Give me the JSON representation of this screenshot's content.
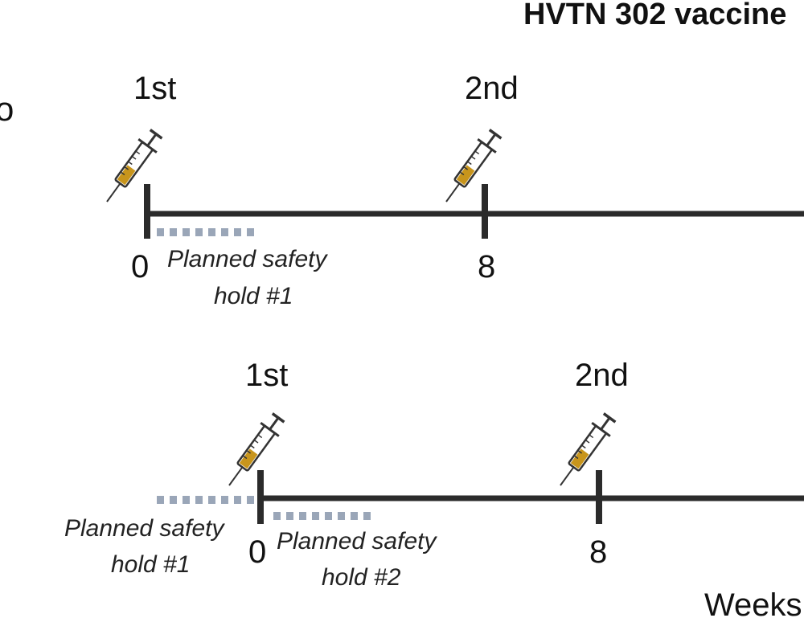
{
  "title": "HVTN 302 vaccine",
  "edge_glyph": "o",
  "x_unit_label": "Weeks",
  "colors": {
    "line": "#2b2b2b",
    "safety_hold": "#9aa6b8",
    "syringe_fluid": "#c8951c",
    "syringe_outline": "#333333"
  },
  "timelines": [
    {
      "doses": [
        {
          "label": "1st",
          "week": 0
        },
        {
          "label": "2nd",
          "week": 8
        }
      ],
      "ticks": [
        {
          "week": 0,
          "label": "0"
        },
        {
          "week": 8,
          "label": "8"
        }
      ],
      "safety_holds": [
        {
          "line1": "Planned safety",
          "line2": "hold #1"
        }
      ]
    },
    {
      "doses": [
        {
          "label": "1st",
          "week": 0
        },
        {
          "label": "2nd",
          "week": 8
        }
      ],
      "ticks": [
        {
          "week": 0,
          "label": "0"
        },
        {
          "week": 8,
          "label": "8"
        }
      ],
      "safety_holds": [
        {
          "line1": "Planned safety",
          "line2": "hold #1"
        },
        {
          "line1": "Planned safety",
          "line2": "hold #2"
        }
      ]
    }
  ]
}
